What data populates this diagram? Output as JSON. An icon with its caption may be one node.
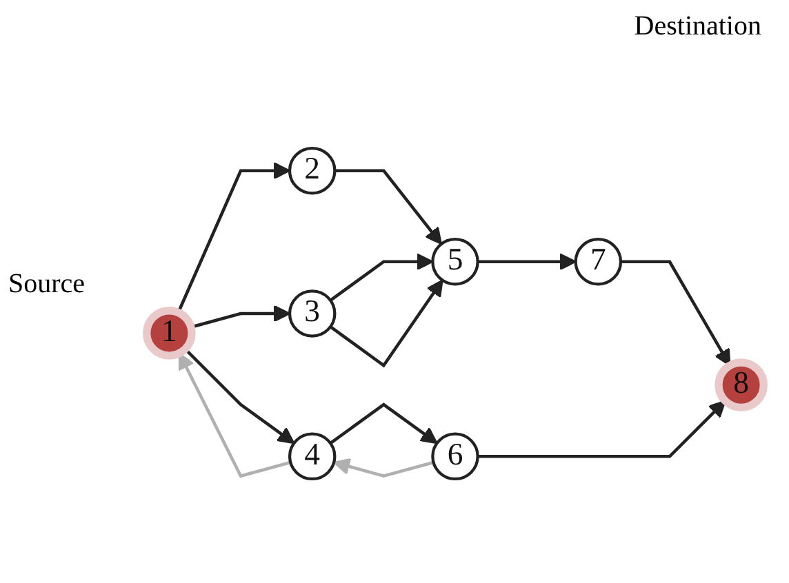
{
  "diagram": {
    "nodes": [
      {
        "text": [
          "1"
        ]
      },
      {
        "text": [
          "2"
        ]
      },
      {
        "text": [
          "3"
        ]
      },
      {
        "text": [
          "4"
        ]
      },
      {
        "text": [
          "5"
        ]
      },
      {
        "text": [
          "6"
        ]
      },
      {
        "text": [
          "7"
        ]
      },
      {
        "text": [
          "8"
        ]
      }
    ],
    "edges": [
      {
        "from": 0,
        "to": 1,
        "arrow": "to"
      },
      {
        "from": 0,
        "to": 2,
        "arrow": "to"
      },
      {
        "from": 0,
        "to": 3,
        "arrow": "to"
      },
      {
        "from": 3,
        "to": 0,
        "arrow": "to",
        "color": "#b0b0b0"
      },
      {
        "from": 1,
        "to": 4,
        "arrow": "to"
      },
      {
        "from": 2,
        "to": 4,
        "arrow": "to"
      },
      {
        "from": 2,
        "to": 4,
        "arrow": "to"
      },
      {
        "from": 3,
        "to": 5,
        "arrow": "to"
      },
      {
        "from": 5,
        "to": 3,
        "arrow": "to",
        "color": "#b0b0b0"
      },
      {
        "from": 4,
        "to": 6,
        "arrow": "to"
      },
      {
        "from": 6,
        "to": 7,
        "arrow": "to"
      },
      {
        "from": 5,
        "to": 7,
        "arrow": "to"
      }
    ],
    "labels": [
      "Destination",
      "Source"
    ]
  }
}
